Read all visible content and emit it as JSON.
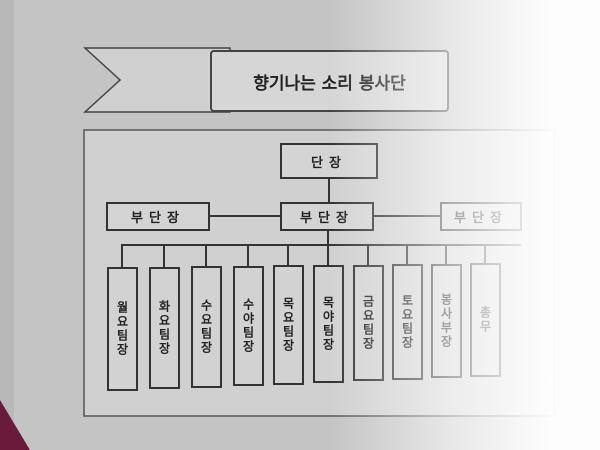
{
  "title": "향기나는 소리 봉사단",
  "leader": "단장",
  "vice_leaders": [
    "부단장",
    "부단장",
    "부단장"
  ],
  "teams": [
    "월요팀장",
    "화요팀장",
    "수요팀장",
    "수야팀장",
    "목요팀장",
    "목야팀장",
    "금요팀장",
    "토요팀장",
    "봉사부장",
    "총무"
  ]
}
